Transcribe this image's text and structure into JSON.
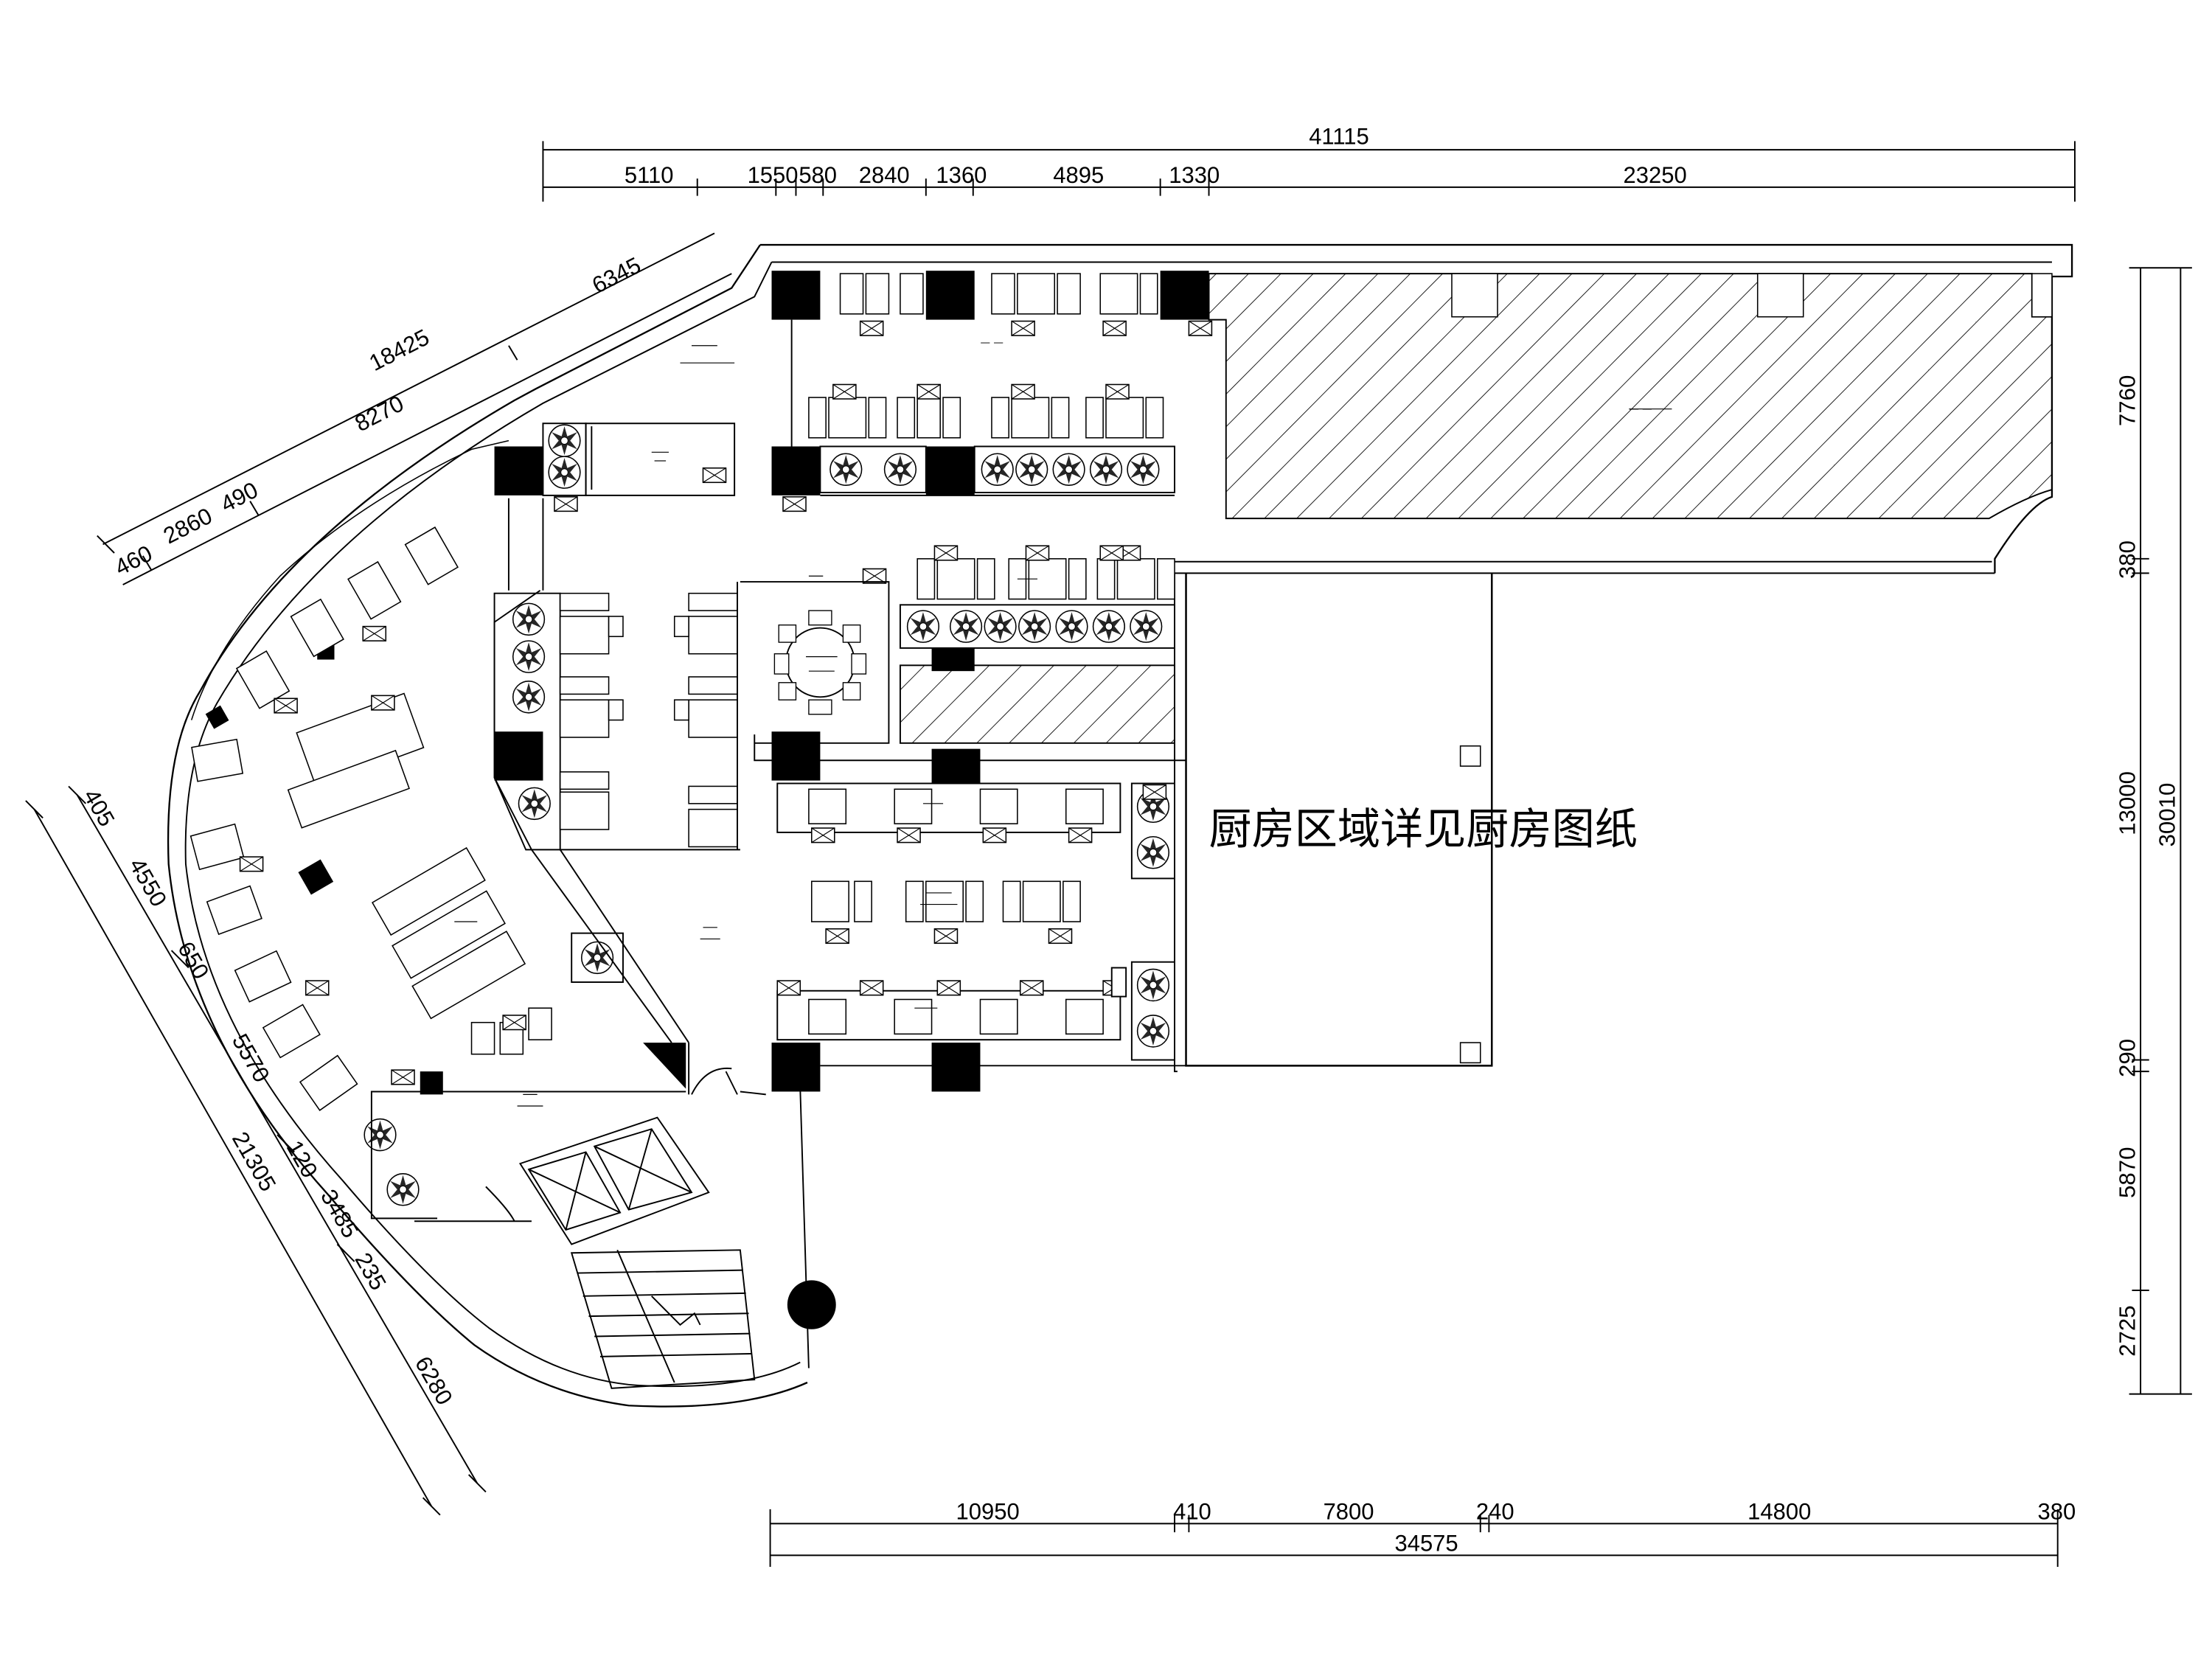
{
  "kitchen_label": "厨房区域详见厨房图纸",
  "dimensions": {
    "top_total": "41115",
    "top_segments": [
      "5110",
      "1550",
      "580",
      "2840",
      "1360",
      "4895",
      "1330",
      "23250"
    ],
    "bottom_segments": [
      "10950",
      "410",
      "7800",
      "240",
      "14800",
      "380"
    ],
    "bottom_total": "34575",
    "right_segments": [
      "7760",
      "380",
      "13000",
      "290",
      "5870",
      "2725"
    ],
    "right_total": "30010",
    "upper_left_diag": [
      "18425",
      "6345",
      "8270",
      "490",
      "2860",
      "460"
    ],
    "left_diag_segments": [
      "405",
      "4550",
      "650",
      "5570",
      "120",
      "3485",
      "235",
      "6280"
    ],
    "left_diag_total": "21305"
  }
}
